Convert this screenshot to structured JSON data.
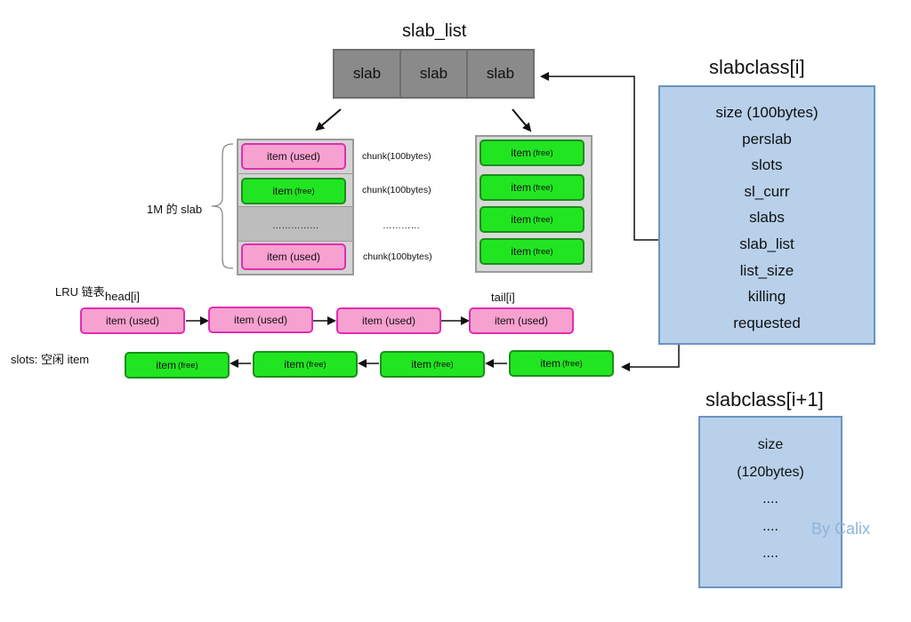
{
  "slab_list": {
    "title": "slab_list",
    "cells": [
      "slab",
      "slab",
      "slab"
    ]
  },
  "slab_left": {
    "items": [
      {
        "label": "item (used)",
        "state": "used"
      },
      {
        "label": "item",
        "sub": "(free)",
        "state": "free"
      },
      {
        "label": "……………",
        "state": "empty"
      },
      {
        "label": "item (used)",
        "state": "used"
      }
    ],
    "chunks": [
      "chunk(100bytes)",
      "chunk(100bytes)",
      "…………",
      "chunk(100bytes)"
    ],
    "brace_label": "1M 的 slab"
  },
  "slab_right": {
    "items": [
      {
        "label": "item",
        "sub": "(free)"
      },
      {
        "label": "item",
        "sub": "(free)"
      },
      {
        "label": "item",
        "sub": "(free)"
      },
      {
        "label": "item",
        "sub": "(free)"
      }
    ]
  },
  "lru": {
    "label": "LRU 链表",
    "head": "head[i]",
    "tail": "tail[i]",
    "items": [
      "item (used)",
      "item (used)",
      "item (used)",
      "item (used)"
    ]
  },
  "slots": {
    "label": "slots: 空闲 item",
    "items": [
      {
        "label": "item",
        "sub": "(free)"
      },
      {
        "label": "item",
        "sub": "(free)"
      },
      {
        "label": "item",
        "sub": "(free)"
      },
      {
        "label": "item",
        "sub": "(free)"
      }
    ]
  },
  "slabclass_i": {
    "title": "slabclass[i]",
    "fields": [
      "size (100bytes)",
      "perslab",
      "slots",
      "sl_curr",
      "slabs",
      "slab_list",
      "list_size",
      "killing",
      "requested"
    ]
  },
  "slabclass_i1": {
    "title": "slabclass[i+1]",
    "fields": [
      "size",
      "(120bytes)",
      "....",
      "....",
      "...."
    ]
  },
  "watermark": "By Calix",
  "colors": {
    "used_fill": "#f7a1d0",
    "used_border": "#e22db0",
    "free_fill": "#22e522",
    "free_border": "#1a8f1a",
    "slabclass_fill": "#b8d0ea",
    "slab_gray": "#8a8a8a"
  }
}
